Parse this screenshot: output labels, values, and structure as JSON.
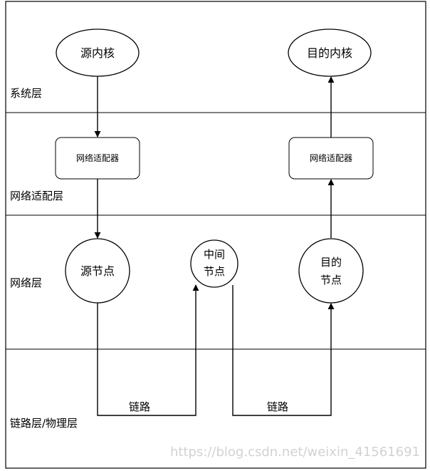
{
  "layers": {
    "system": "系统层",
    "adapter": "网络适配层",
    "network": "网络层",
    "link": "链路层/物理层"
  },
  "nodes": {
    "source_kernel": "源内核",
    "dest_kernel": "目的内核",
    "source_adapter": "网络适配器",
    "dest_adapter": "网络适配器",
    "source_node": "源节点",
    "mid_node": [
      "中间",
      "节点"
    ],
    "dest_node": [
      "目的",
      "节点"
    ]
  },
  "edges": {
    "link_left": "链路",
    "link_right": "链路"
  },
  "watermark": "https://blog.csdn.net/weixin_41561691"
}
